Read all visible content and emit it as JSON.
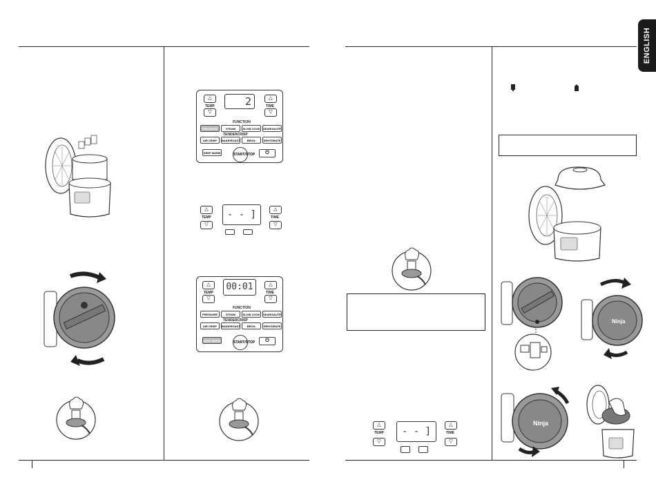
{
  "language_tab": "ENGLISH",
  "control_panel_1": {
    "display": "2",
    "temp_label": "TEMP",
    "time_label": "TIME",
    "function_header": "FUNCTION",
    "tendercrisp_label": "TENDERCRISP",
    "row1": [
      "PRESSURE",
      "STEAM",
      "SLOW COOK",
      "SEAR/SAUTÉ"
    ],
    "row2": [
      "AIR CRISP",
      "BAKE/ROAST",
      "BROIL",
      "DEHYDRATE"
    ],
    "keep_warm": "KEEP WARM",
    "start_stop": "START/STOP",
    "power": "⏻"
  },
  "control_panel_2": {
    "display": "- - ]",
    "temp_label": "TEMP",
    "time_label": "TIME"
  },
  "control_panel_3": {
    "display": "00:01",
    "temp_label": "TEMP",
    "time_label": "TIME",
    "function_header": "FUNCTION",
    "tendercrisp_label": "TENDERCRISP",
    "row1": [
      "PRESSURE",
      "STEAM",
      "SLOW COOK",
      "SEAR/SAUTÉ"
    ],
    "row2": [
      "AIR CRISP",
      "BAKE/ROAST",
      "BROIL",
      "DEHYDRATE"
    ],
    "keep_warm": "KEEP WARM",
    "start_stop": "START/STOP",
    "power": "⏻"
  },
  "control_panel_4": {
    "display": "- - ]",
    "temp_label": "TEMP",
    "time_label": "TIME"
  },
  "lid_brand": "Ninja"
}
